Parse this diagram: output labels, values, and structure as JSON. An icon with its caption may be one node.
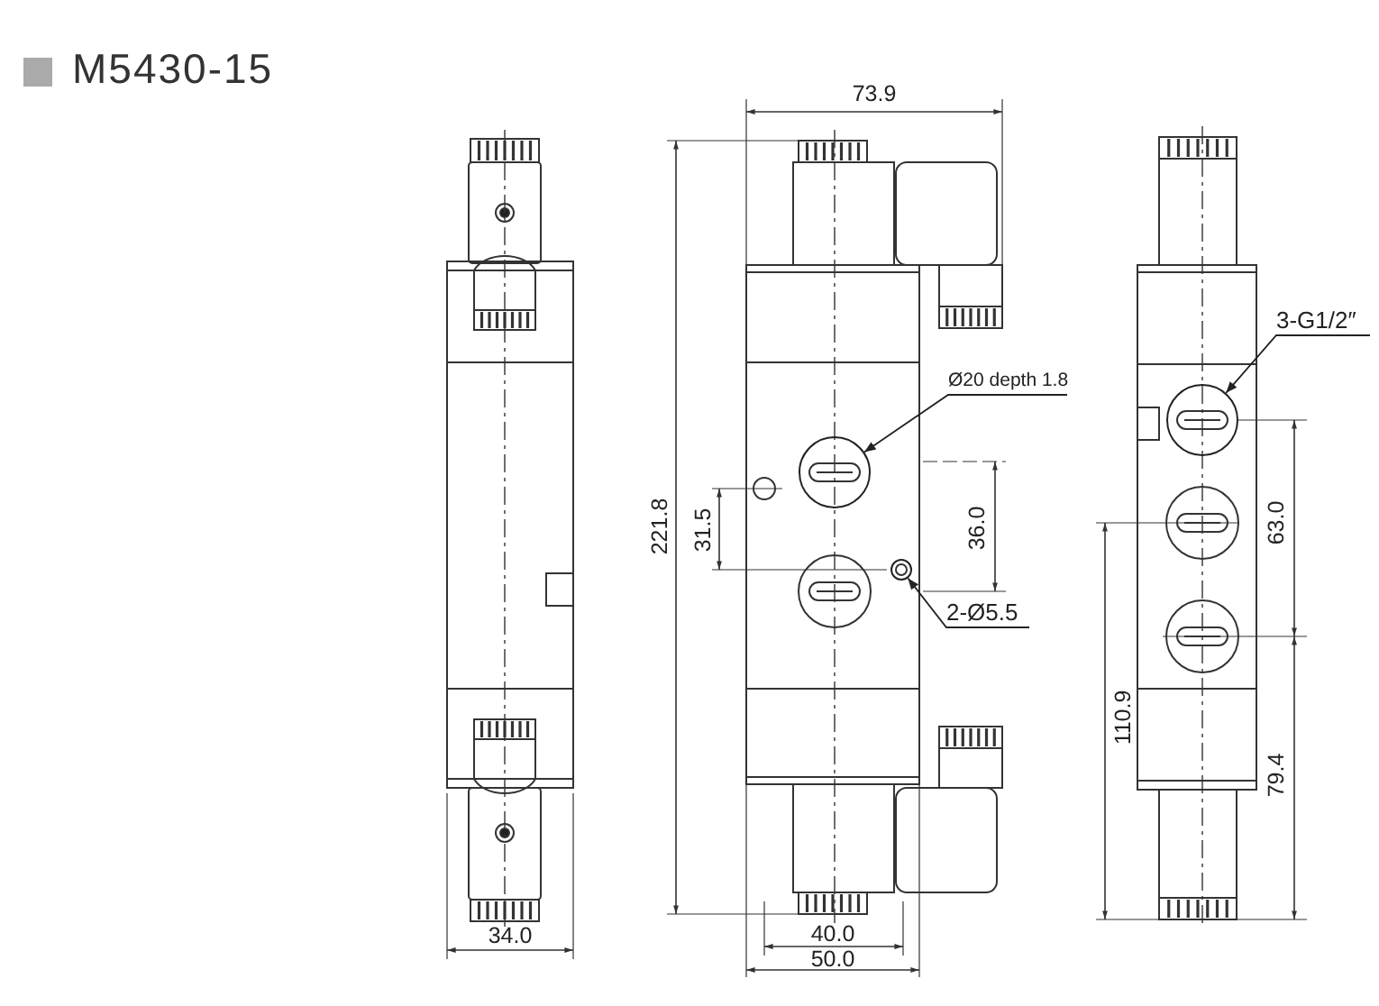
{
  "diagram": {
    "title": "M5430-15",
    "nodes": [
      {
        "text": [
          "Ø20 depth 1.8"
        ]
      },
      {
        "text": [],
        "shape": "circle"
      },
      {
        "text": [
          "2-Ø5.5"
        ]
      },
      {
        "text": [],
        "shape": "circle"
      },
      {
        "text": [
          "3-G1/2″"
        ]
      },
      {
        "text": [],
        "shape": "circle"
      }
    ],
    "edges": [
      {
        "from": 0,
        "to": 1,
        "arrow": "to"
      },
      {
        "from": 2,
        "to": 3,
        "arrow": "to"
      },
      {
        "from": 4,
        "to": 5,
        "arrow": "to"
      }
    ],
    "labels": [
      "73.9",
      "221.8",
      "31.5",
      "36.0",
      "63.0",
      "110.9",
      "79.4",
      "34.0",
      "40.0",
      "50.0"
    ]
  }
}
